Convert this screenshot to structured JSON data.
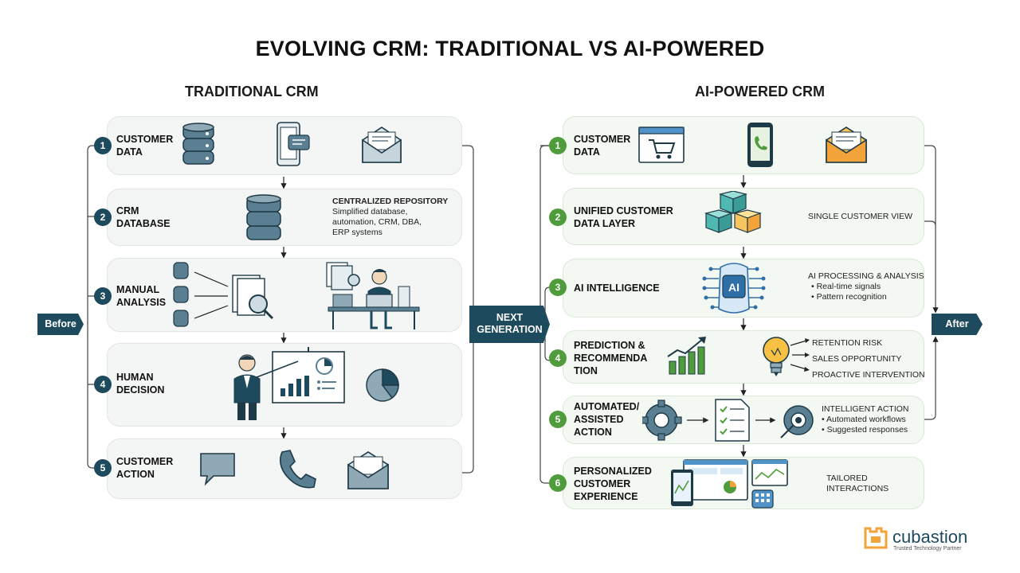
{
  "title": "EVOLVING CRM: TRADITIONAL VS AI-POWERED",
  "traditional": {
    "heading": "TRADITIONAL CRM",
    "before_label": "Before",
    "stages": [
      {
        "num": "1",
        "label_lines": [
          "CUSTOMER",
          "DATA"
        ]
      },
      {
        "num": "2",
        "label_lines": [
          "CRM",
          "DATABASE"
        ],
        "note_title": "CENTRALIZED REPOSITORY",
        "note_lines": [
          "Simplified database,",
          "automation, CRM, DBA,",
          "ERP systems"
        ]
      },
      {
        "num": "3",
        "label_lines": [
          "MANUAL",
          "ANALYSIS"
        ]
      },
      {
        "num": "4",
        "label_lines": [
          "HUMAN",
          "DECISION"
        ]
      },
      {
        "num": "5",
        "label_lines": [
          "CUSTOMER",
          "ACTION"
        ]
      }
    ]
  },
  "transition": {
    "line1": "NEXT",
    "line2": "GENERATION"
  },
  "ai": {
    "heading": "AI-POWERED CRM",
    "after_label": "After",
    "stages": [
      {
        "num": "1",
        "label_lines": [
          "CUSTOMER",
          "DATA"
        ]
      },
      {
        "num": "2",
        "label_lines": [
          "UNIFIED CUSTOMER",
          "DATA LAYER"
        ],
        "note": "SINGLE CUSTOMER VIEW"
      },
      {
        "num": "3",
        "label_lines": [
          "AI INTELLIGENCE"
        ],
        "chip": "AI",
        "note_title": "AI PROCESSING & ANALYSIS",
        "bullets": [
          "Real-time signals",
          "Pattern recognition"
        ]
      },
      {
        "num": "4",
        "label_lines": [
          "PREDICTION  &",
          "RECOMMENDA",
          "TION"
        ],
        "outcomes": [
          "RETENTION RISK",
          "SALES OPPORTUNITY",
          "PROACTIVE INTERVENTION"
        ]
      },
      {
        "num": "5",
        "label_lines": [
          "AUTOMATED/",
          "ASSISTED",
          "ACTION"
        ],
        "note_title": "INTELLIGENT ACTION",
        "bullets": [
          "Automated workflows",
          "Suggested responses"
        ]
      },
      {
        "num": "6",
        "label_lines": [
          "PERSONALIZED",
          "CUSTOMER",
          "EXPERIENCE"
        ],
        "note_lines": [
          "TAILORED",
          "INTERACTIONS"
        ]
      }
    ]
  },
  "logo": {
    "name": "cubastion",
    "tagline": "Trusted Technology Partner"
  },
  "colors": {
    "navy": "#1e4a5e",
    "green": "#4e9c3c",
    "steel": "#5b7f92",
    "orange": "#f2a33a"
  }
}
